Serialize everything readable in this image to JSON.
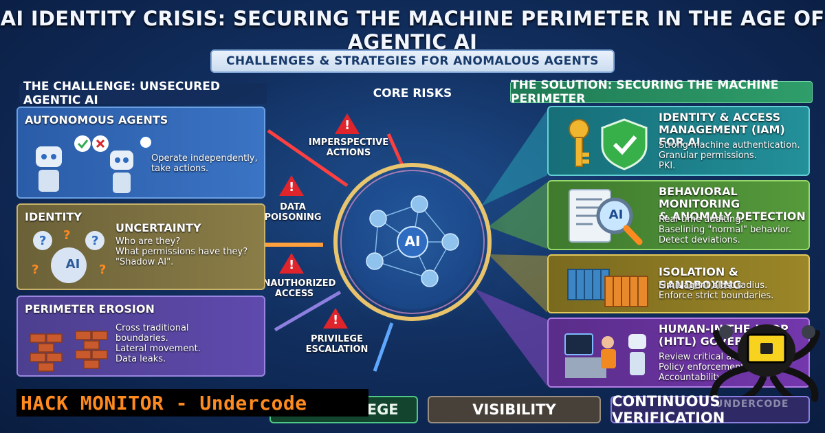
{
  "title": "AI IDENTITY CRISIS: SECURING THE MACHINE PERIMETER IN THE AGE OF AGENTIC AI",
  "subtitle": "CHALLENGES & STRATEGIES FOR ANOMALOUS AGENTS",
  "challenge": {
    "heading": "THE CHALLENGE: UNSECURED AGENTIC AI",
    "panels": [
      {
        "title": "AUTONOMOUS AGENTS",
        "text": "Operate independently,\ntake actions."
      },
      {
        "title": "IDENTITY",
        "subtitle": "UNCERTAINTY",
        "text": "Who are they?\nWhat permissions have they?\n\"Shadow AI\".",
        "icon_text": "AI"
      },
      {
        "title": "PERIMETER EROSION",
        "text": "Cross traditional\nboundaries.\nLateral movement.\nData leaks."
      }
    ]
  },
  "core": {
    "heading": "CORE RISKS",
    "center_text": "AI",
    "risks": [
      "IMPERSPECTIVE\nACTIONS",
      "DATA\nPOISONING",
      "UNAUTHORIZED\nACCESS",
      "PRIVILEGE\nESCALATION"
    ],
    "warning_glyph": "!"
  },
  "solution": {
    "heading": "THE SOLUTION: SECURING THE MACHINE PERIMETER",
    "panels": [
      {
        "title": "IDENTITY & ACCESS\nMANAGEMENT (IAM) FOR AI",
        "text": "Strong machine authentication.\nGranular permissions.\nPKI."
      },
      {
        "title": "BEHAVIORAL MONITORING\n& ANOMALY DETECTION",
        "text": "Real-time auditing.\nBaselining \"normal\" behavior.\nDetect deviations.",
        "icon_text": "AI"
      },
      {
        "title": "ISOLATION & SANDBOXING",
        "text": "Limit agent blast radius.\nEnforce strict boundaries."
      },
      {
        "title": "HUMAN-IN-THE-LOOP\n(HITL) GOVERNANCE",
        "text": "Review critical actions.\nPolicy enforcement.\nAccountability."
      }
    ]
  },
  "bottom": {
    "privilege": "LEGE",
    "visibility": "VISIBILITY",
    "verification": "CONTINUOUS VERIFICATION"
  },
  "banner": "HACK MONITOR - Undercode",
  "watermark": "UNDERCODE",
  "colors": {
    "alert_red": "#e0242b",
    "banner_orange": "#ff8a1f",
    "ring_glow": "#ffd36b"
  }
}
